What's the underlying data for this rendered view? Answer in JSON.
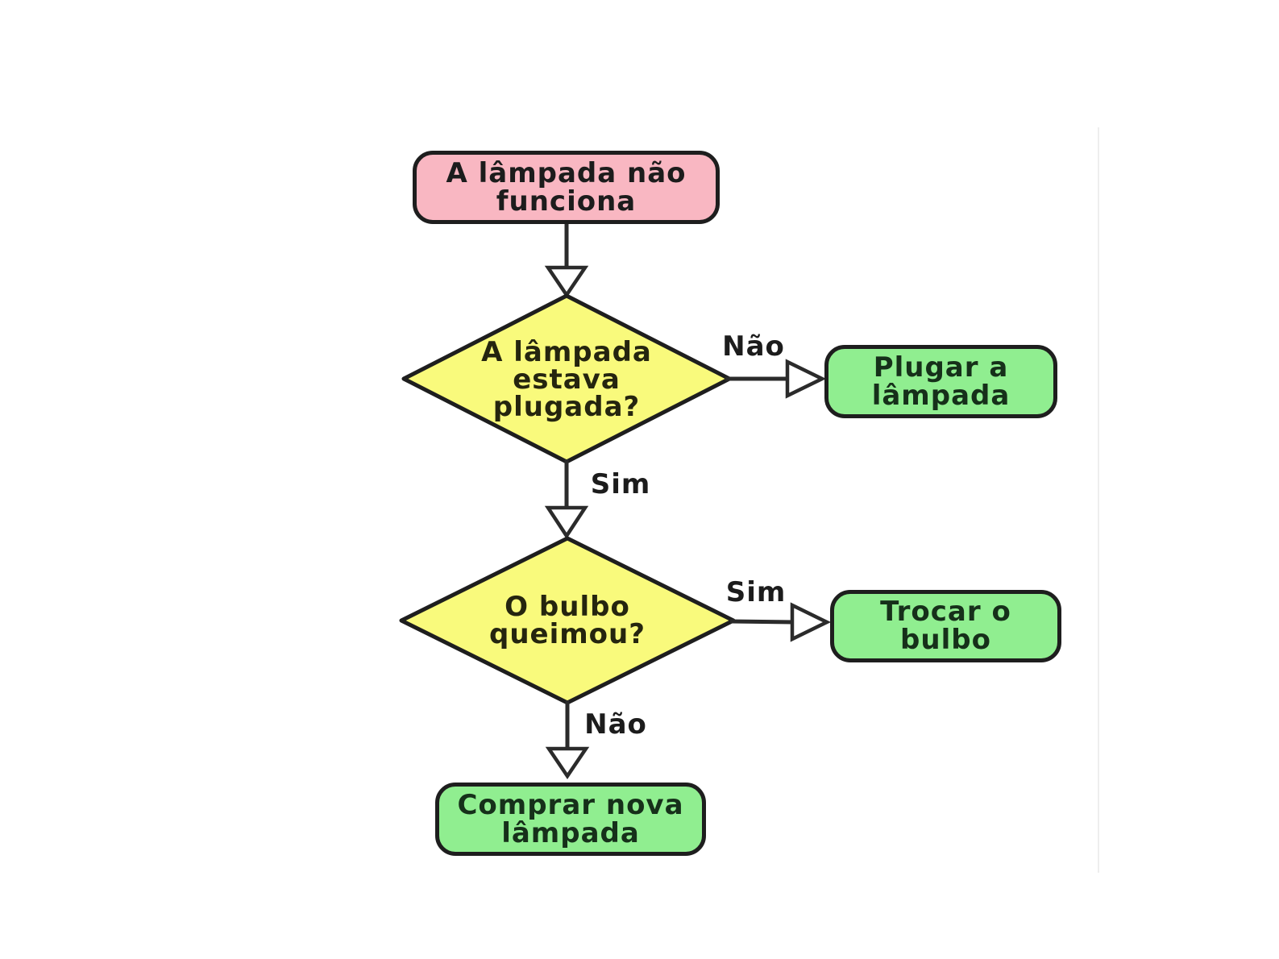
{
  "canvas": {
    "background": "#ffffff",
    "divider_color": "#eeeeee"
  },
  "flowchart": {
    "language": "pt",
    "colors": {
      "start_fill": "#f9b7c2",
      "decision_fill": "#f9fa7c",
      "action_fill": "#90ee90",
      "node_border": "#1e1e1e",
      "connector": "#2b2b2b",
      "text": "#1c1c1c"
    },
    "nodes": [
      {
        "id": "start",
        "type": "start",
        "shape": "rounded-rectangle",
        "lines": [
          "A lâmpada não",
          "funciona"
        ]
      },
      {
        "id": "decision-1",
        "type": "decision",
        "shape": "diamond",
        "lines": [
          "A lâmpada",
          "estava",
          "plugada?"
        ]
      },
      {
        "id": "action-plug",
        "type": "action",
        "shape": "rounded-rectangle",
        "lines": [
          "Plugar a",
          "lâmpada"
        ]
      },
      {
        "id": "decision-2",
        "type": "decision",
        "shape": "diamond",
        "lines": [
          "O bulbo",
          "queimou?"
        ]
      },
      {
        "id": "action-replace-bulb",
        "type": "action",
        "shape": "rounded-rectangle",
        "lines": [
          "Trocar o",
          "bulbo"
        ]
      },
      {
        "id": "action-buy-lamp",
        "type": "action",
        "shape": "rounded-rectangle",
        "lines": [
          "Comprar nova",
          "lâmpada"
        ]
      }
    ],
    "edges": [
      {
        "from": "start",
        "to": "decision-1",
        "label": ""
      },
      {
        "from": "decision-1",
        "to": "action-plug",
        "label": "Não"
      },
      {
        "from": "decision-1",
        "to": "decision-2",
        "label": "Sim"
      },
      {
        "from": "decision-2",
        "to": "action-replace-bulb",
        "label": "Sim"
      },
      {
        "from": "decision-2",
        "to": "action-buy-lamp",
        "label": "Não"
      }
    ]
  }
}
